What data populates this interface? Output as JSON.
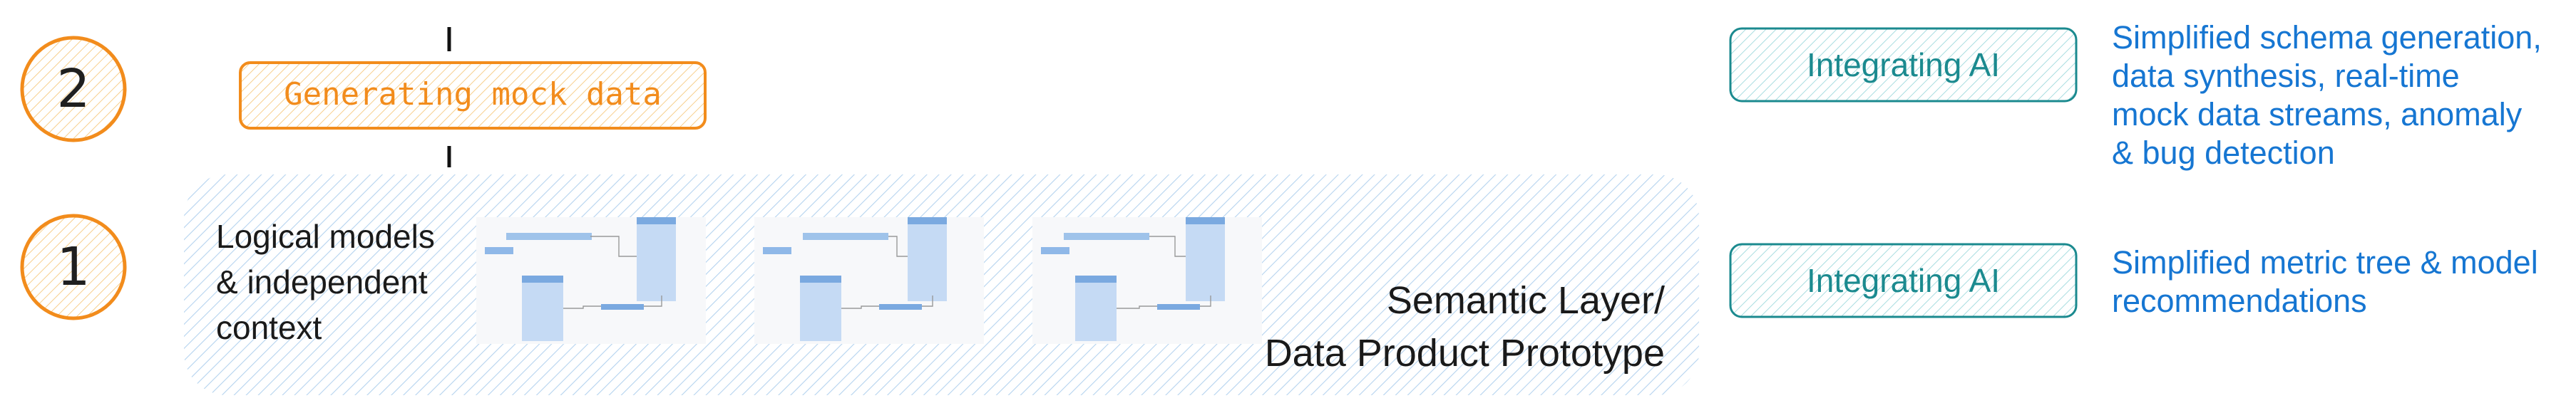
{
  "steps": [
    {
      "number": "2",
      "label": "Generating mock data"
    },
    {
      "number": "1",
      "label": "Logical models\n& independent\ncontext"
    }
  ],
  "semantic_layer": {
    "label": "Semantic Layer/\nData Product Prototype"
  },
  "ai_rows": [
    {
      "button_label": "Integrating AI",
      "note": "Simplified schema generation,\ndata synthesis, real-time\nmock data streams, anomaly\n& bug detection"
    },
    {
      "button_label": "Integrating AI",
      "note": "Simplified metric tree & model\nrecommendations"
    }
  ],
  "colors": {
    "orange": "#f28c1c",
    "teal": "#1b8a8f",
    "blue_note": "#1676d2",
    "hatch": "#9fc6ea"
  },
  "thumbnails": [
    {
      "name": "data-model-diagram-1"
    },
    {
      "name": "data-model-diagram-2"
    },
    {
      "name": "data-model-diagram-3"
    }
  ]
}
